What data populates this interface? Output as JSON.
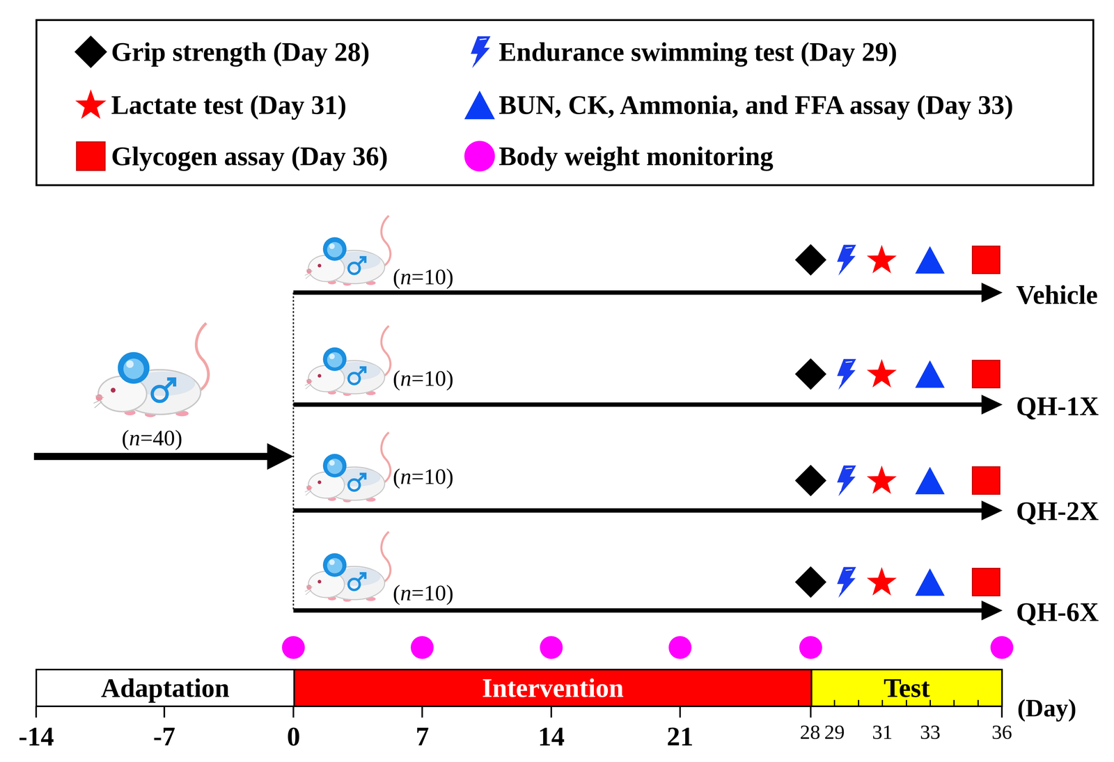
{
  "diagram": {
    "nodes": [
      {
        "text": [
          "Adaptation"
        ]
      },
      {
        "text": [
          "Intervention"
        ]
      },
      {
        "text": [
          "Test"
        ]
      }
    ],
    "labels": [
      "(n=40)",
      "(n=10)",
      "Vehicle",
      "(n=10)",
      "QH-1X",
      "(n=10)",
      "QH-2X",
      "(n=10)",
      "QH-6X",
      "-14",
      "-7",
      "0",
      "7",
      "14",
      "21",
      "28",
      "29",
      "31",
      "33",
      "36",
      "(Day)"
    ],
    "legend": [
      {
        "text": "Grip strength (Day 28)"
      },
      {
        "text": "Endurance swimming test (Day 29)"
      },
      {
        "text": "Lactate test (Day 31)"
      },
      {
        "text": "BUN, CK, Ammonia, and FFA assay (Day 33)"
      },
      {
        "text": "Glycogen assay (Day 36)"
      },
      {
        "text": "Body weight monitoring"
      }
    ]
  }
}
